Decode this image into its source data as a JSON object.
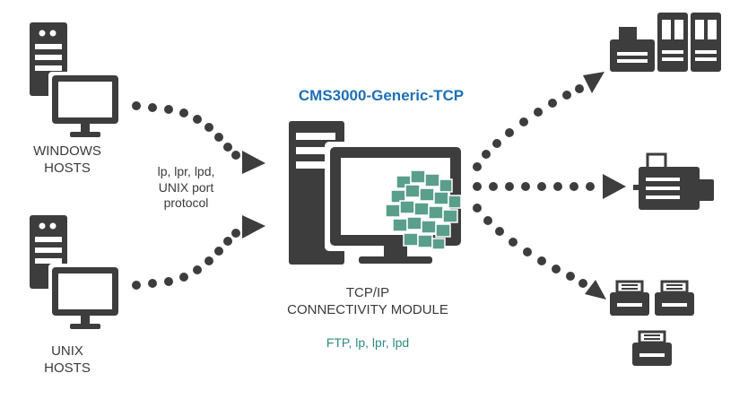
{
  "title": "CMS3000-Generic-TCP",
  "hosts": {
    "windows": {
      "line1": "WINDOWS",
      "line2": "HOSTS"
    },
    "unix": {
      "line1": "UNIX",
      "line2": "HOSTS"
    }
  },
  "protocol_label": {
    "line1": "lp, lpr, lpd,",
    "line2": "UNIX port",
    "line3": "protocol"
  },
  "module": {
    "line1": "TCP/IP",
    "line2": "CONNECTIVITY MODULE",
    "protocols": "FTP, lp, lpr, lpd"
  },
  "colors": {
    "icon": "#3d3d3d",
    "accent": "#5a9e8c",
    "title": "#1f6fb5",
    "dots": "#3d3d3d"
  },
  "icons": [
    "server-icon",
    "monitor-icon",
    "printer-icon",
    "data-cubes-icon"
  ]
}
